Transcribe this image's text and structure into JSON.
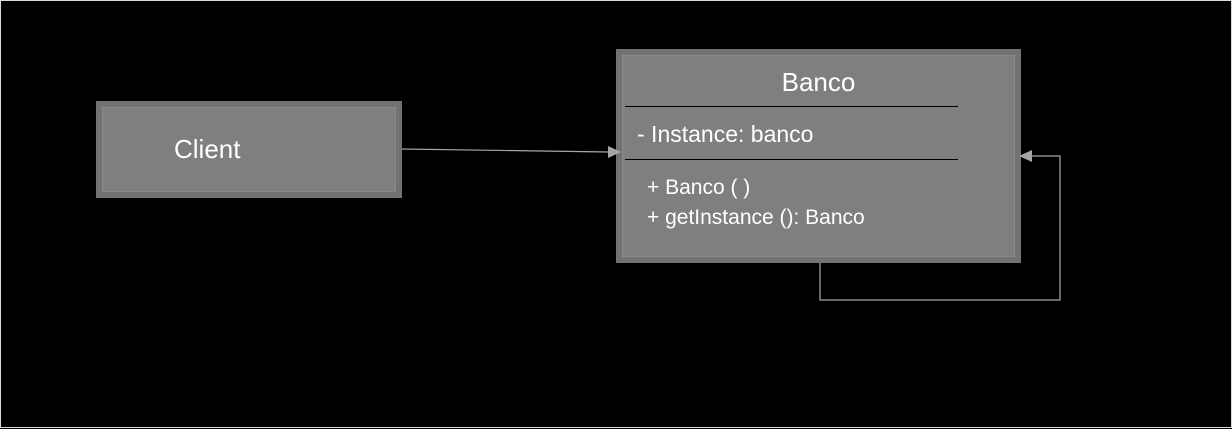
{
  "diagram": {
    "client": {
      "label": "Client"
    },
    "banco": {
      "title": "Banco",
      "attributes": [
        "- Instance: banco"
      ],
      "methods": [
        "+ Banco ( )",
        "+ getInstance (): Banco"
      ]
    },
    "colors": {
      "background": "#000000",
      "box_fill": "#7f7f7f",
      "text": "#ffffff",
      "connector": "#a6a6a6"
    }
  }
}
